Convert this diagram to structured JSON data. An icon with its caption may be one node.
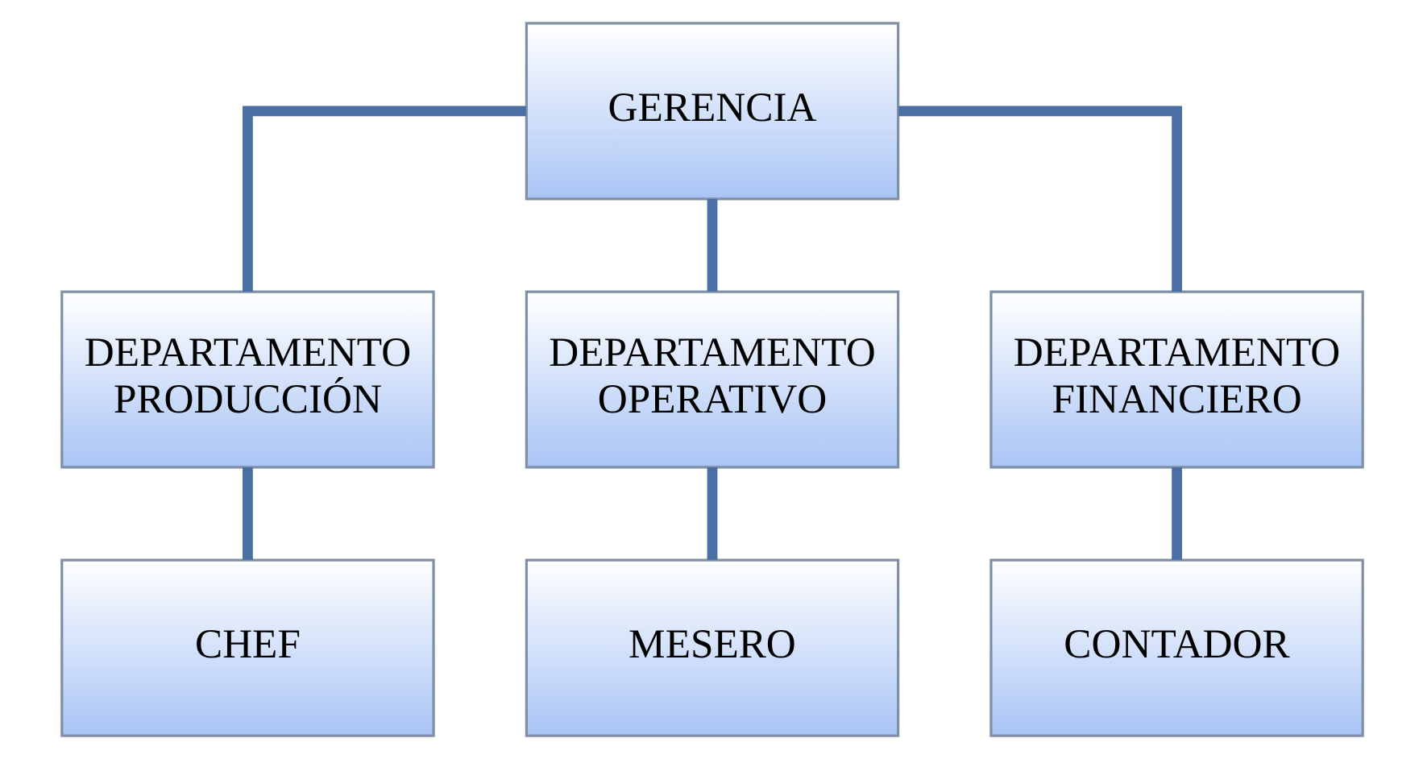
{
  "diagram": {
    "nodes": [
      {
        "text": [
          "GERENCIA"
        ]
      },
      {
        "text": [
          "DEPARTAMENTO PRODUCCIÓN"
        ]
      },
      {
        "text": [
          "DEPARTAMENTO OPERATIVO"
        ]
      },
      {
        "text": [
          "DEPARTAMENTO FINANCIERO"
        ]
      },
      {
        "text": [
          "CHEF"
        ]
      },
      {
        "text": [
          "MESERO"
        ]
      },
      {
        "text": [
          "CONTADOR"
        ]
      }
    ],
    "edges": [
      {
        "from": 0,
        "to": 1,
        "arrow": "none"
      },
      {
        "from": 0,
        "to": 2,
        "arrow": "none"
      },
      {
        "from": 0,
        "to": 3,
        "arrow": "none"
      },
      {
        "from": 1,
        "to": 4,
        "arrow": "none"
      },
      {
        "from": 2,
        "to": 5,
        "arrow": "none"
      },
      {
        "from": 3,
        "to": 6,
        "arrow": "none"
      }
    ]
  }
}
